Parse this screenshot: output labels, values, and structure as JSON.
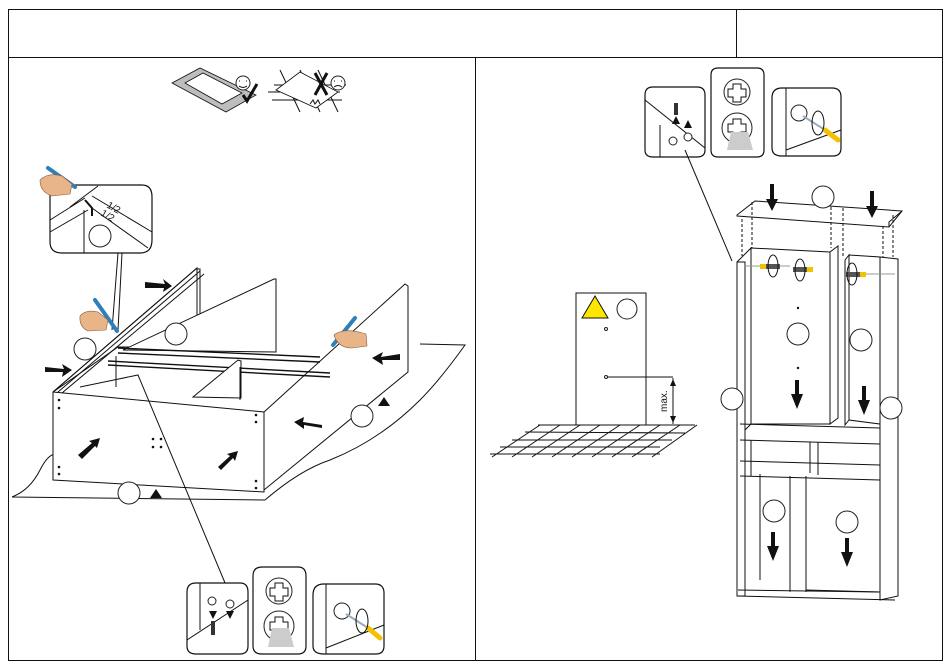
{
  "page": {
    "header": {
      "title": "",
      "page_number": ""
    },
    "left_step": {
      "surface_hint": {
        "good_icon": "smiley-check-icon",
        "bad_icon": "frown-cross-icon"
      },
      "detail_callout": {
        "fraction_top": "1/2",
        "fraction_bottom": "1/2",
        "part_label": ""
      },
      "part_labels": [
        "",
        "",
        "",
        ""
      ],
      "screw_steps": [
        "cam-lock-insert-icon",
        "cam-lock-rotation-icon",
        "screwdriver-tighten-icon"
      ]
    },
    "right_step": {
      "wall_fixing": {
        "warning_icon": "warning-triangle-icon",
        "warning_color": "#ffe600",
        "dimension_label": "max.",
        "part_label": ""
      },
      "screw_steps": [
        "cam-lock-insert-icon",
        "cam-lock-rotation-icon",
        "screwdriver-tighten-icon"
      ],
      "part_labels": [
        "",
        "",
        "",
        "",
        "",
        "",
        ""
      ]
    },
    "colors": {
      "line": "#111111",
      "hand": "#e9b488",
      "pen": "#2f7fb8",
      "screwdriver_handle": "#f2c200",
      "warning": "#ffe600"
    }
  }
}
